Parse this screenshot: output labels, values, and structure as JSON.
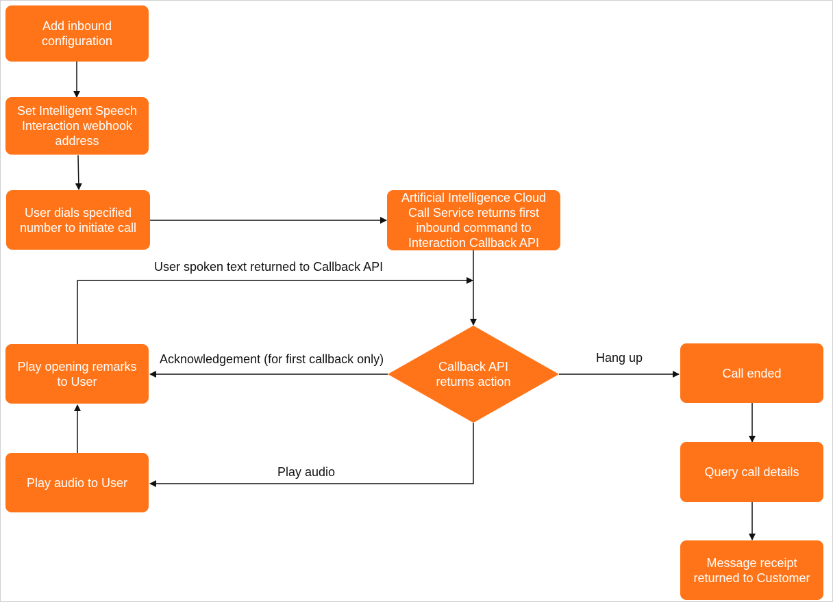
{
  "nodes": {
    "add_inbound": "Add inbound\nconfiguration",
    "set_webhook": "Set Intelligent Speech\nInteraction webhook\naddress",
    "user_dials": "User dials specified\nnumber to initiate call",
    "ai_returns": "Artificial Intelligence Cloud\nCall Service returns first\ninbound command to\nInteraction Callback API",
    "callback_action": "Callback API\nreturns action",
    "play_opening": "Play opening remarks\nto User",
    "play_audio": "Play audio to User",
    "call_ended": "Call ended",
    "query_details": "Query call details",
    "message_receipt": "Message receipt\nreturned to Customer"
  },
  "edges": {
    "user_spoken": "User spoken text returned to Callback API",
    "acknowledgement": "Acknowledgement (for first callback only)",
    "hang_up": "Hang up",
    "play_audio": "Play audio"
  },
  "colors": {
    "node_fill": "#ff7418",
    "node_text": "#ffffff",
    "line": "#111111"
  }
}
